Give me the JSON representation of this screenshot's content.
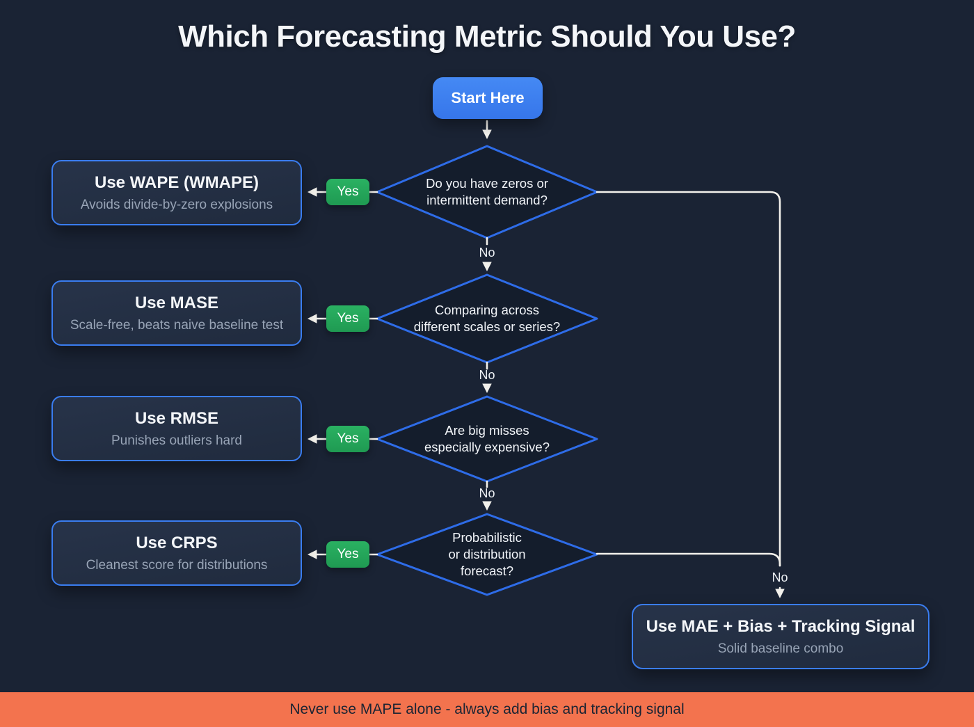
{
  "title": "Which Forecasting Metric Should You Use?",
  "start": {
    "label": "Start Here"
  },
  "decisions": [
    {
      "question": "Do you have zeros or intermittent demand?",
      "lines": [
        "Do you have zeros or",
        "intermittent demand?"
      ],
      "yes_label": "Yes",
      "no_label": "No"
    },
    {
      "question": "Comparing across different scales or series?",
      "lines": [
        "Comparing across",
        "different scales or series?"
      ],
      "yes_label": "Yes",
      "no_label": "No"
    },
    {
      "question": "Are big misses especially expensive?",
      "lines": [
        "Are big misses",
        "especially expensive?"
      ],
      "yes_label": "Yes",
      "no_label": "No"
    },
    {
      "question": "Probabilistic or distribution forecast?",
      "lines": [
        "Probabilistic",
        "or distribution",
        "forecast?"
      ],
      "yes_label": "Yes",
      "no_label": "No"
    }
  ],
  "results": [
    {
      "title": "Use WAPE (WMAPE)",
      "subtitle": "Avoids divide-by-zero explosions"
    },
    {
      "title": "Use MASE",
      "subtitle": "Scale-free, beats naive baseline test"
    },
    {
      "title": "Use RMSE",
      "subtitle": "Punishes outliers hard"
    },
    {
      "title": "Use CRPS",
      "subtitle": "Cleanest score for distributions"
    }
  ],
  "final": {
    "title": "Use MAE + Bias + Tracking Signal",
    "subtitle": "Solid baseline combo"
  },
  "footer": {
    "text": "Never use MAPE alone - always add bias and tracking signal"
  },
  "colors": {
    "background": "#1a2334",
    "accent-blue": "#3a7df0",
    "diamond-stroke": "#2e6ce8",
    "diamond-fill": "#141d2c",
    "start-blue": "#3b7ef0",
    "yes-green": "#23a55a",
    "line": "#f3f1ec",
    "subtitle-gray": "#98a4b6",
    "footer-bg": "#f3734e",
    "footer-text": "#1b2433",
    "text": "#f4f6f9"
  }
}
